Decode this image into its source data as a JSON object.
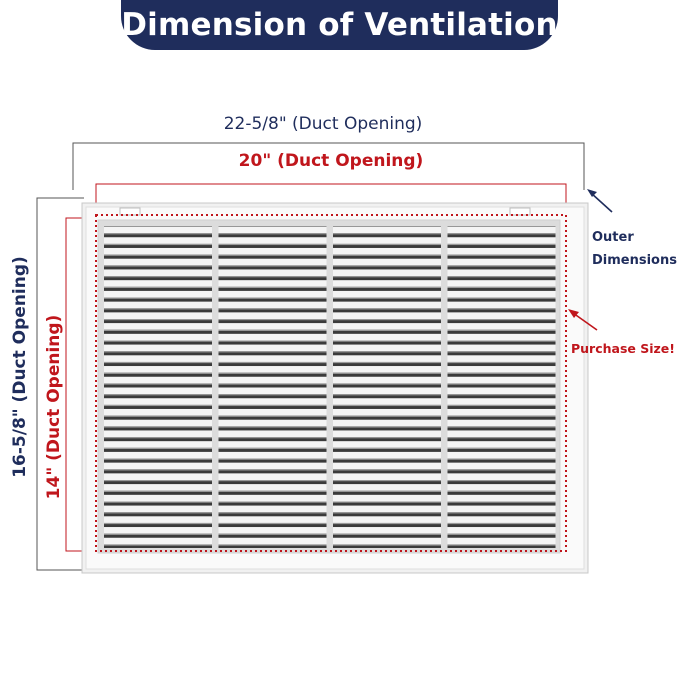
{
  "header": {
    "title": "Dimension of Ventilation"
  },
  "dimensions": {
    "outer_width_label": "22-5/8\" (Duct Opening)",
    "inner_width_label": "20\" (Duct Opening)",
    "outer_height_label": "16-5/8\" (Duct Opening)",
    "inner_height_label": "14\" (Duct Opening)"
  },
  "callouts": {
    "outer_line1": "Outer",
    "outer_line2": "Dimensions",
    "purchase": "Purchase Size!"
  },
  "grille": {
    "columns": 4,
    "louvers_per_column": 30
  },
  "colors": {
    "navy": "#1f2d5c",
    "red": "#c0161c",
    "outline": "#555555"
  }
}
